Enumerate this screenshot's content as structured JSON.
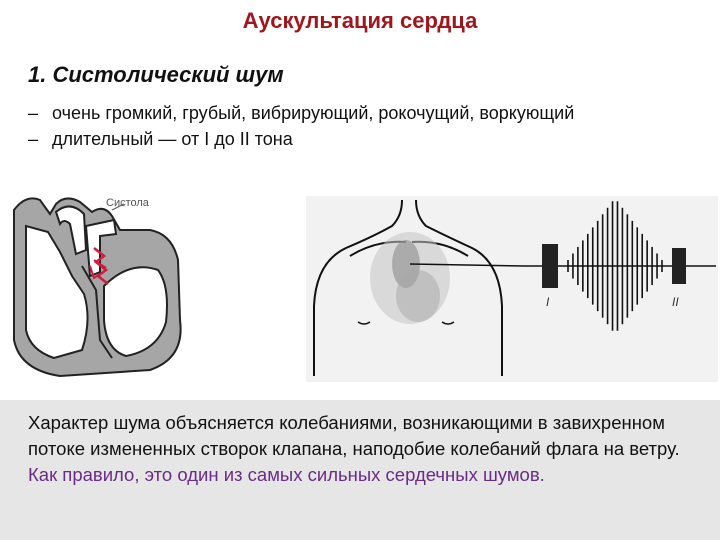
{
  "slide": {
    "title": "Аускультация сердца",
    "subtitle": "1. Систолический шум",
    "bullets": [
      {
        "dash": "–",
        "text": "очень громкий, грубый, вибрирующий, рокочущий, воркующий"
      },
      {
        "dash": "–",
        "text": "длительный — от I до II тона"
      }
    ],
    "paragraph": "Характер шума объясняется колебаниями, возникающими в завихренном потоке измененных створок клапана, наподобие колебаний флага на ветру.",
    "note": "Как правило, это один из самых сильных сердечных шумов."
  },
  "heart_diagram": {
    "label": "Систола"
  },
  "phonogram": {
    "tone1_label": "I",
    "tone2_label": "II"
  },
  "colors": {
    "title": "#a0161d",
    "note": "#6a2b86",
    "heart_gray": "#9a9a9a",
    "murmur": "#d21b3c"
  }
}
